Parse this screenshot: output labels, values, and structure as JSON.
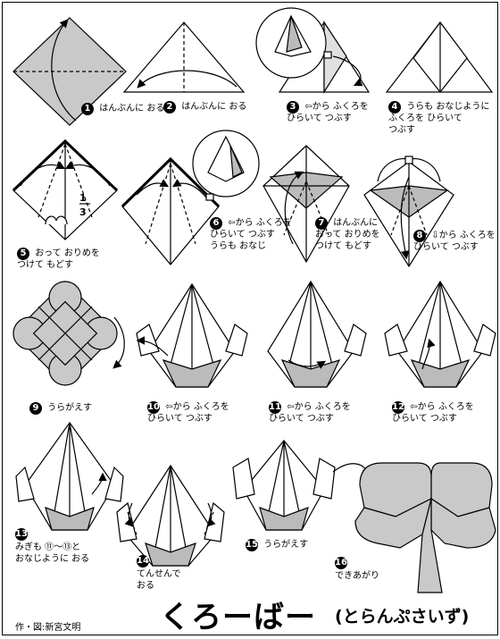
{
  "title": "くろーばー",
  "subtitle": "(とらんぷさいず)",
  "credit": "作・図:新宮文明",
  "colors": {
    "paper_back": "#c9c9c9",
    "paper_front": "#ffffff",
    "line": "#000000"
  },
  "fraction": {
    "numerator": "1",
    "denominator": "3"
  },
  "steps": [
    {
      "number": "1",
      "caption": "はんぶんに おる"
    },
    {
      "number": "2",
      "caption": "はんぶんに おる"
    },
    {
      "number": "3",
      "caption": "⇦から ふくろを\nひらいて つぶす"
    },
    {
      "number": "4",
      "caption": "うらも おなじように\nふくろを ひらいて\nつぶす"
    },
    {
      "number": "5",
      "caption": "おって おりめを\nつけて もどす"
    },
    {
      "number": "6",
      "caption": "⇦から ふくろを\nひらいて つぶす\nうらも おなじ"
    },
    {
      "number": "7",
      "caption": "はんぶんに\nおって おりめを\nつけて もどす"
    },
    {
      "number": "8",
      "caption": "⇩から ふくろを\nひらいて つぶす"
    },
    {
      "number": "9",
      "caption": "うらがえす"
    },
    {
      "number": "10",
      "caption": "⇦から ふくろを\nひらいて つぶす"
    },
    {
      "number": "11",
      "caption": "⇦から ふくろを\nひらいて つぶす"
    },
    {
      "number": "12",
      "caption": "⇦から ふくろを\nひらいて つぶす"
    },
    {
      "number": "13",
      "caption": "みぎも ⑪〜⑬と\nおなじように おる"
    },
    {
      "number": "14",
      "caption": "てんせんで\nおる"
    },
    {
      "number": "15",
      "caption": "うらがえす"
    },
    {
      "number": "16",
      "caption": "できあがり"
    }
  ]
}
